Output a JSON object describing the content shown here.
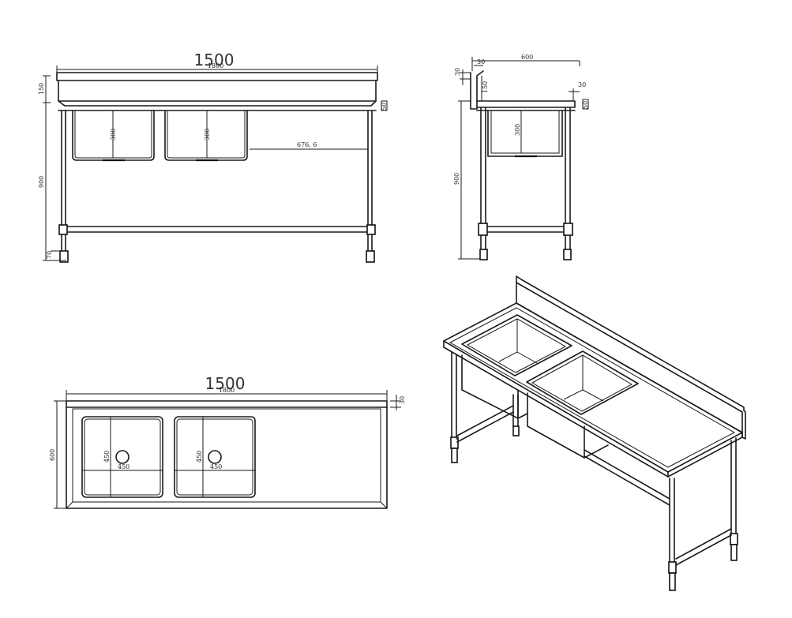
{
  "front_view": {
    "width_main": "1500",
    "width_overlay": "1800",
    "height_splash": "150",
    "height_total": "900",
    "bowl_depth_1": "300",
    "bowl_depth_2": "300",
    "drainboard": "676, 6",
    "foot": "70",
    "edge": "50"
  },
  "side_view": {
    "depth": "600",
    "top_30": "30",
    "left_30": "30",
    "right_30": "30",
    "splash_150": "150",
    "bowl_depth": "300",
    "height_total": "900",
    "edge": "50"
  },
  "top_view": {
    "width_main": "1500",
    "width_overlay": "1800",
    "depth": "600",
    "edge_30": "30",
    "bowl1_w": "450",
    "bowl1_h": "450",
    "bowl2_w": "450",
    "bowl2_h": "450"
  }
}
